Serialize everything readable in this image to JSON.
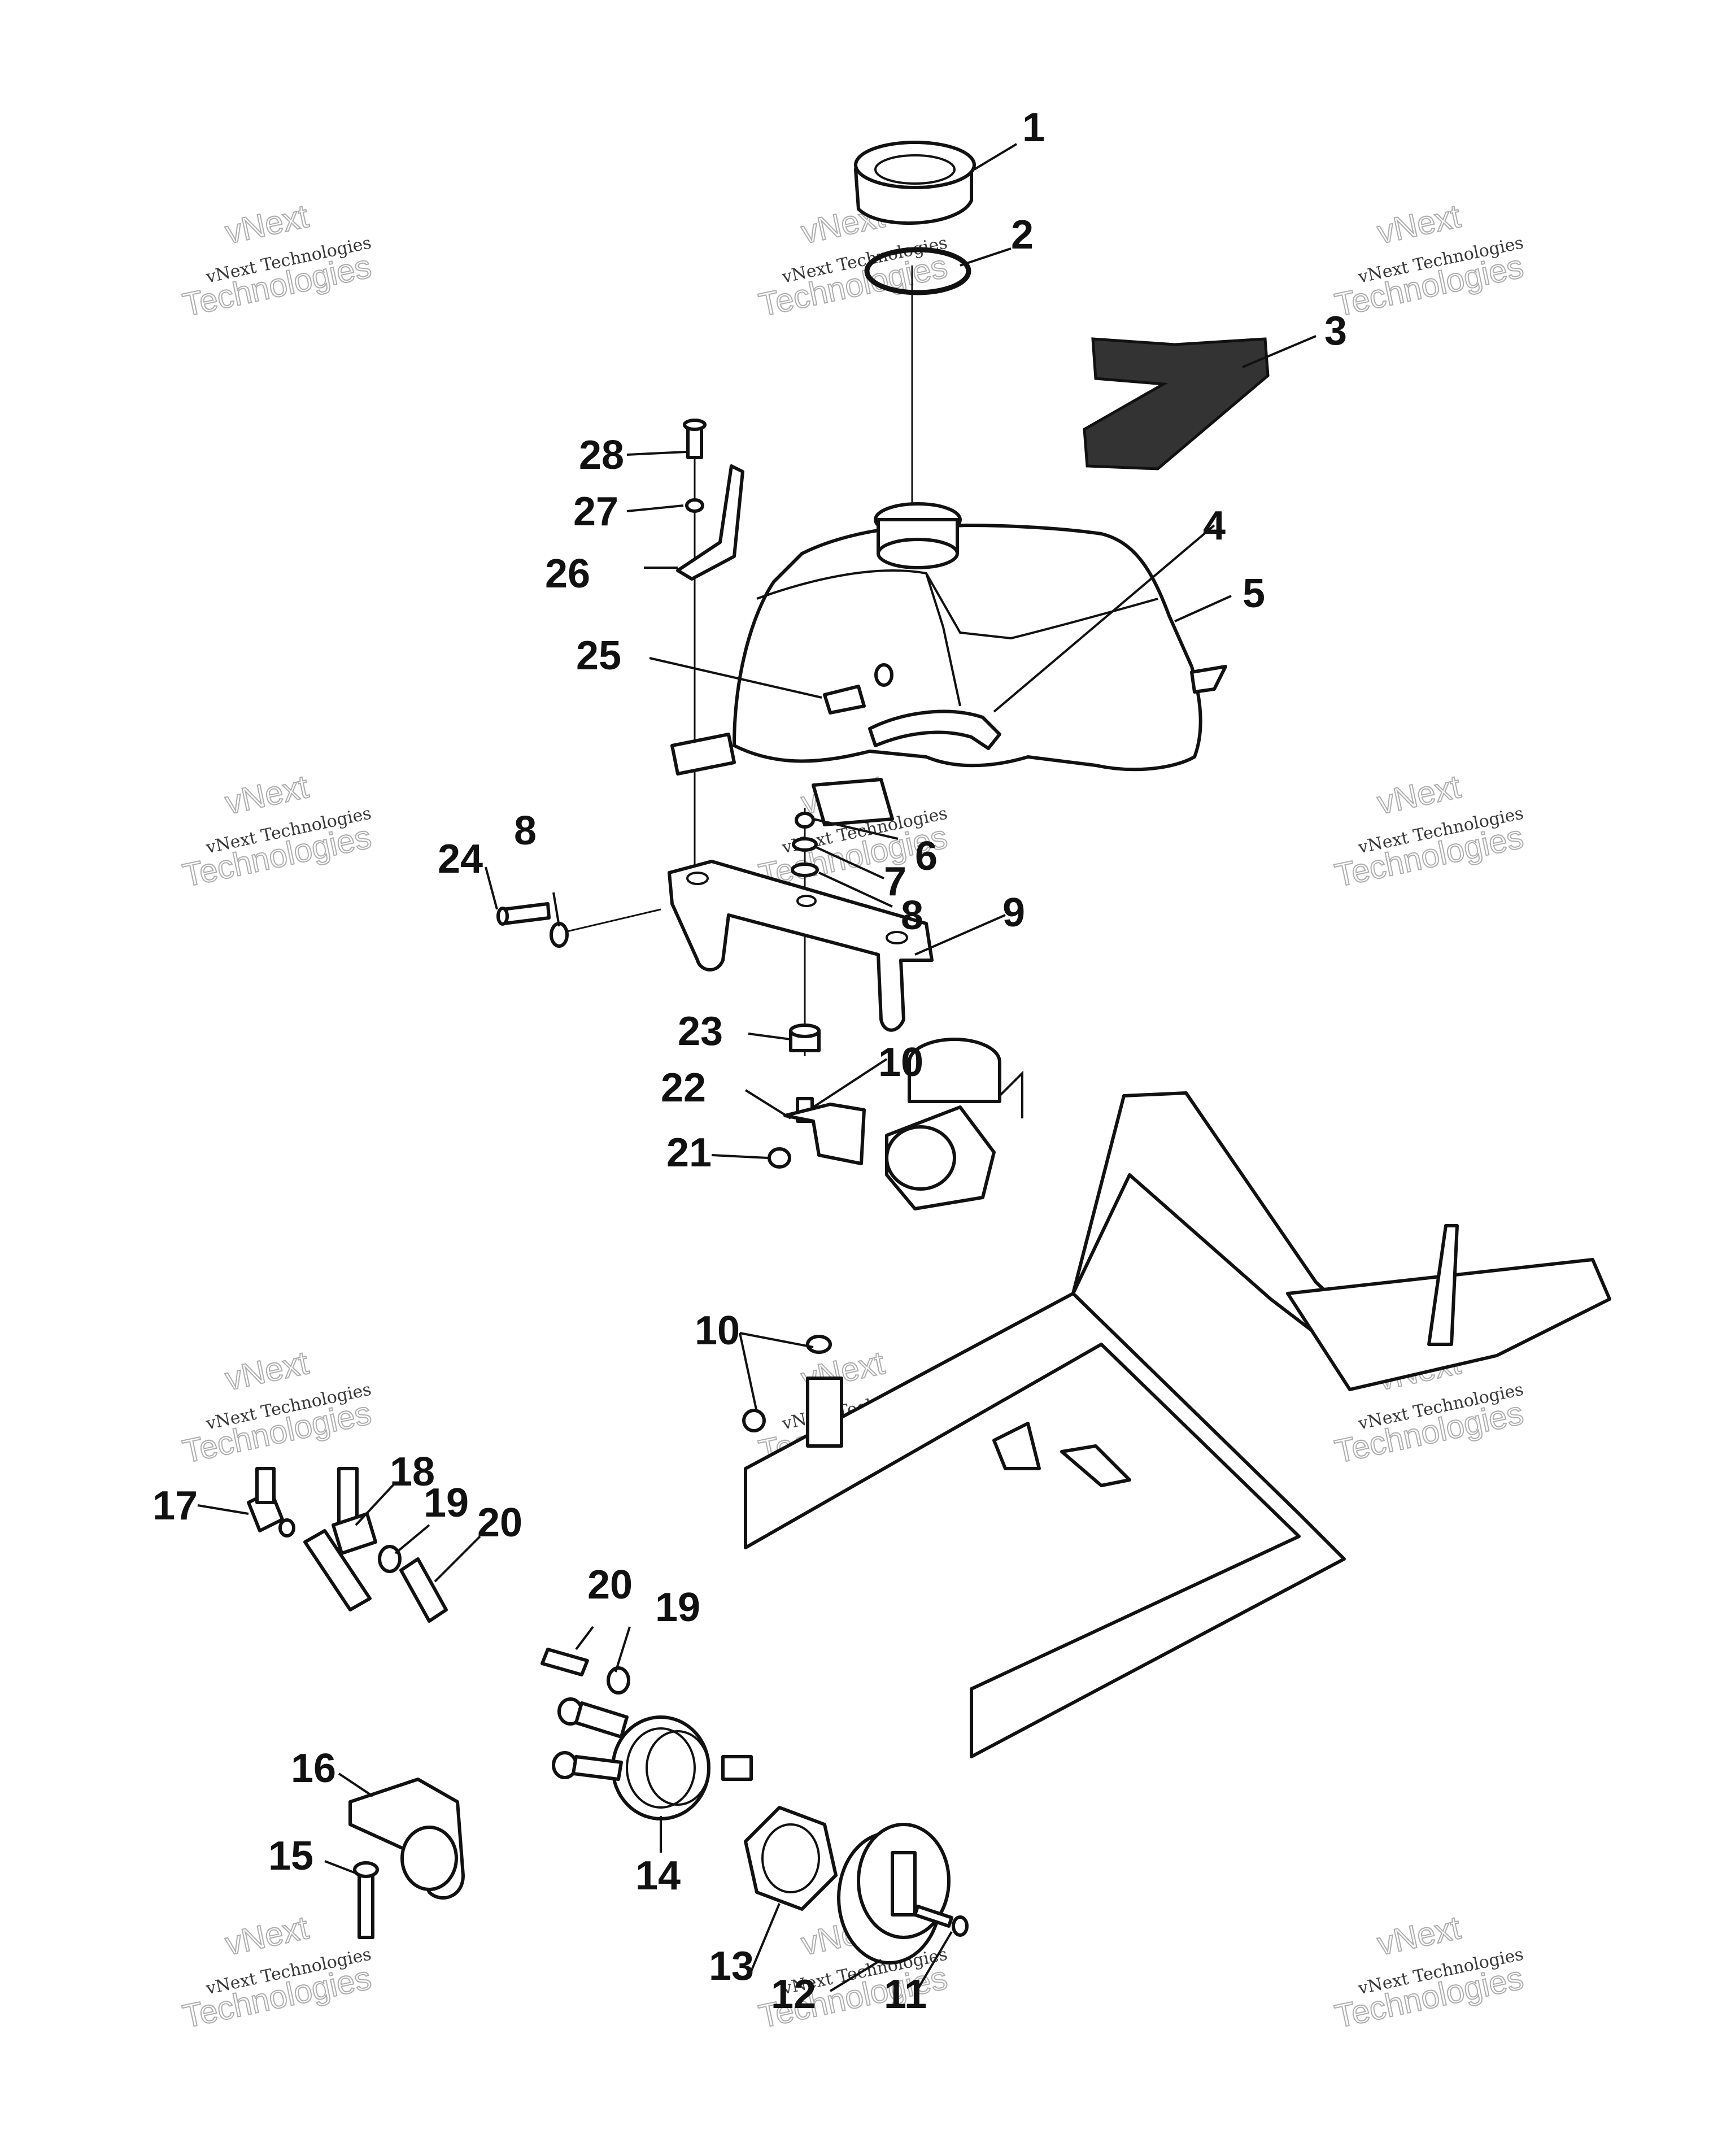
{
  "watermark": {
    "top": "vNext",
    "middle": "vNext Technologies",
    "bottom": "Technologies"
  },
  "callouts": [
    {
      "id": "c1",
      "label": "1"
    },
    {
      "id": "c2",
      "label": "2"
    },
    {
      "id": "c3",
      "label": "3"
    },
    {
      "id": "c4",
      "label": "4"
    },
    {
      "id": "c5",
      "label": "5"
    },
    {
      "id": "c6",
      "label": "6"
    },
    {
      "id": "c7",
      "label": "7"
    },
    {
      "id": "c8a",
      "label": "8"
    },
    {
      "id": "c8b",
      "label": "8"
    },
    {
      "id": "c9",
      "label": "9"
    },
    {
      "id": "c10a",
      "label": "10"
    },
    {
      "id": "c10b",
      "label": "10"
    },
    {
      "id": "c11",
      "label": "11"
    },
    {
      "id": "c12",
      "label": "12"
    },
    {
      "id": "c13",
      "label": "13"
    },
    {
      "id": "c14",
      "label": "14"
    },
    {
      "id": "c15",
      "label": "15"
    },
    {
      "id": "c16",
      "label": "16"
    },
    {
      "id": "c17",
      "label": "17"
    },
    {
      "id": "c18",
      "label": "18"
    },
    {
      "id": "c19a",
      "label": "19"
    },
    {
      "id": "c19b",
      "label": "19"
    },
    {
      "id": "c20a",
      "label": "20"
    },
    {
      "id": "c20b",
      "label": "20"
    },
    {
      "id": "c21",
      "label": "21"
    },
    {
      "id": "c22",
      "label": "22"
    },
    {
      "id": "c23",
      "label": "23"
    },
    {
      "id": "c24",
      "label": "24"
    },
    {
      "id": "c25",
      "label": "25"
    },
    {
      "id": "c26",
      "label": "26"
    },
    {
      "id": "c27",
      "label": "27"
    },
    {
      "id": "c28",
      "label": "28"
    }
  ]
}
